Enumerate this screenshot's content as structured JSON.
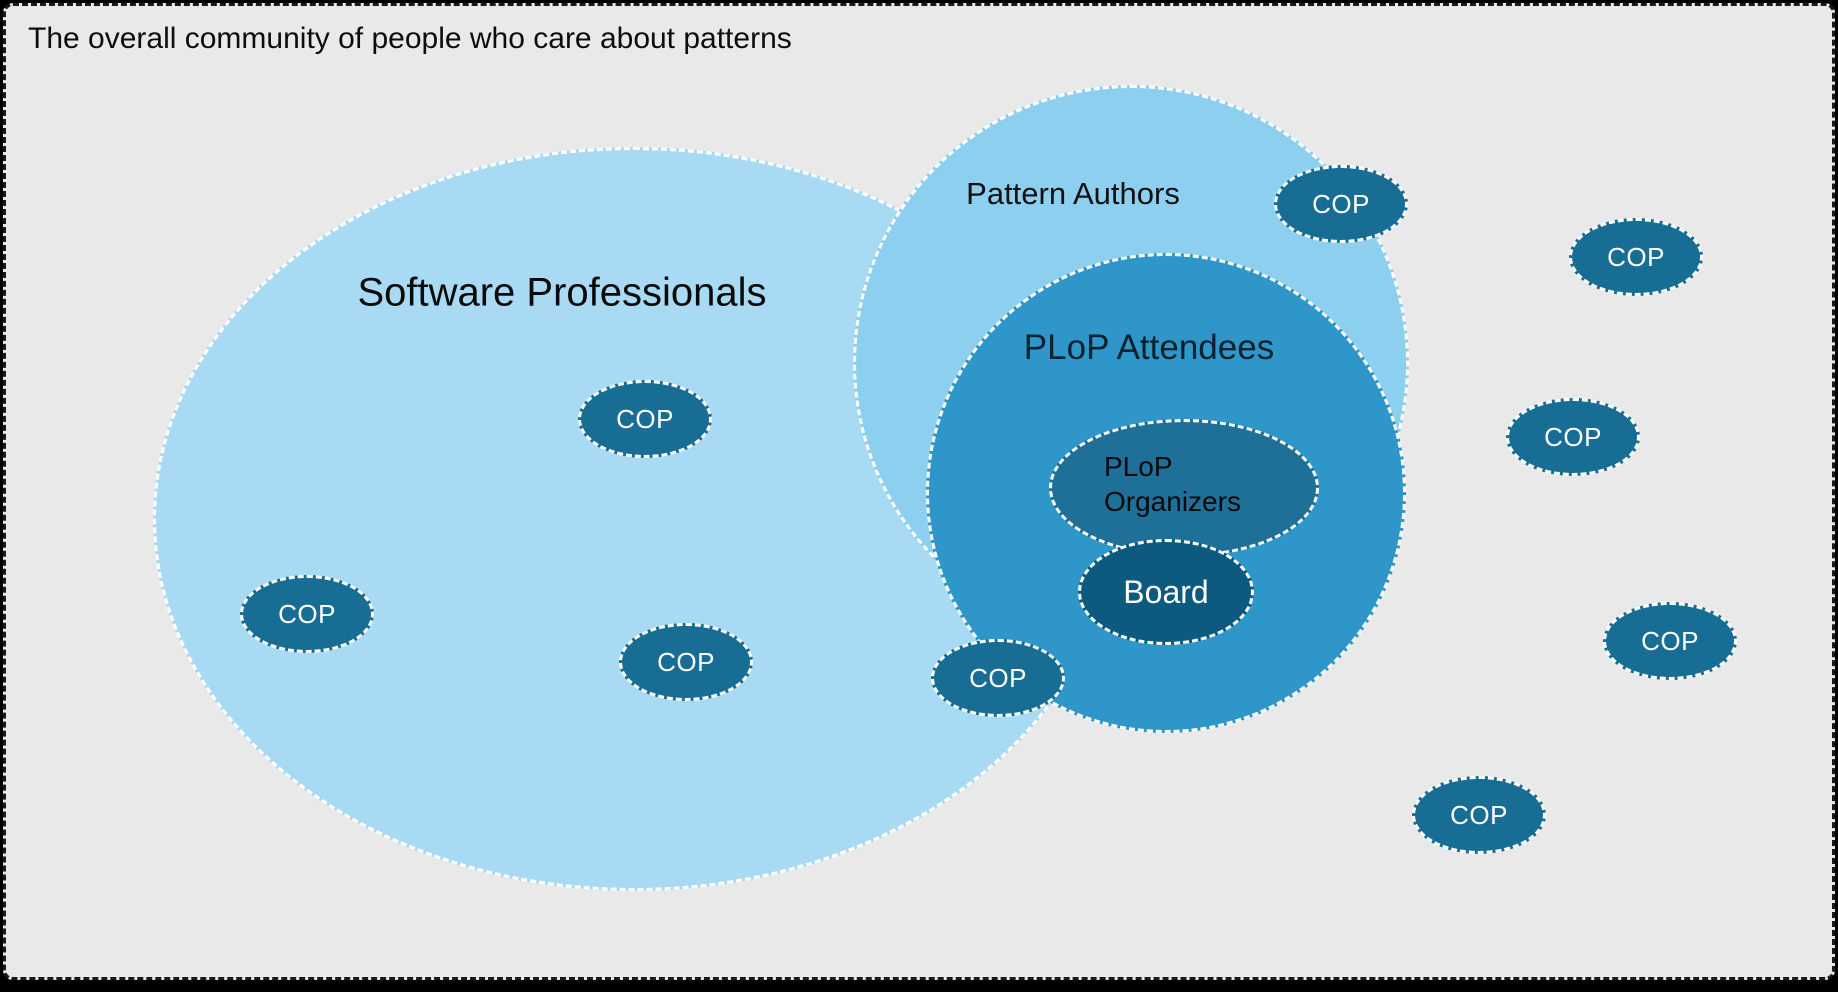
{
  "title": "The overall community of people who care about patterns",
  "sets": {
    "software_professionals": {
      "label": "Software Professionals"
    },
    "pattern_authors": {
      "label": "Pattern Authors"
    },
    "plop_attendees": {
      "label": "PLoP Attendees"
    },
    "plop_organizers": {
      "label": "PLoP Organizers"
    },
    "board": {
      "label": "Board"
    }
  },
  "cops": [
    {
      "label": "COP"
    },
    {
      "label": "COP"
    },
    {
      "label": "COP"
    },
    {
      "label": "COP"
    },
    {
      "label": "COP"
    },
    {
      "label": "COP"
    },
    {
      "label": "COP"
    },
    {
      "label": "COP"
    },
    {
      "label": "COP"
    }
  ],
  "colors": {
    "background": "#e9e9e9",
    "software_professionals": "#a8daf3",
    "pattern_authors": "#8ccfee",
    "plop_attendees": "#2e96c9",
    "plop_organizers": "#1f7099",
    "board": "#0d5a80",
    "cop": "#176d94",
    "ellipse_border": "#ffffff"
  }
}
